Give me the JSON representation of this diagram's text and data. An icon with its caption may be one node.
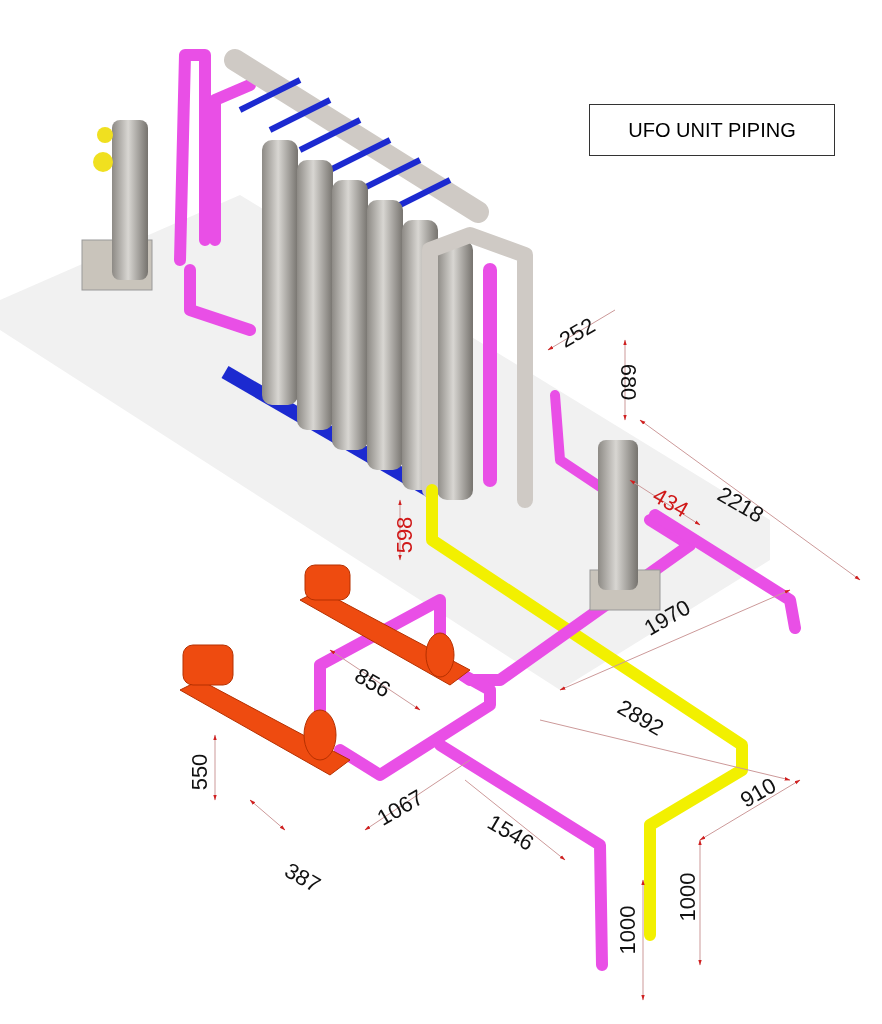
{
  "diagram": {
    "title": "UFO UNIT PIPING",
    "labels": [
      "252",
      "680",
      "434",
      "2218",
      "598",
      "1970",
      "856",
      "2892",
      "550",
      "910",
      "1067",
      "1546",
      "387",
      "1000",
      "1000"
    ]
  }
}
